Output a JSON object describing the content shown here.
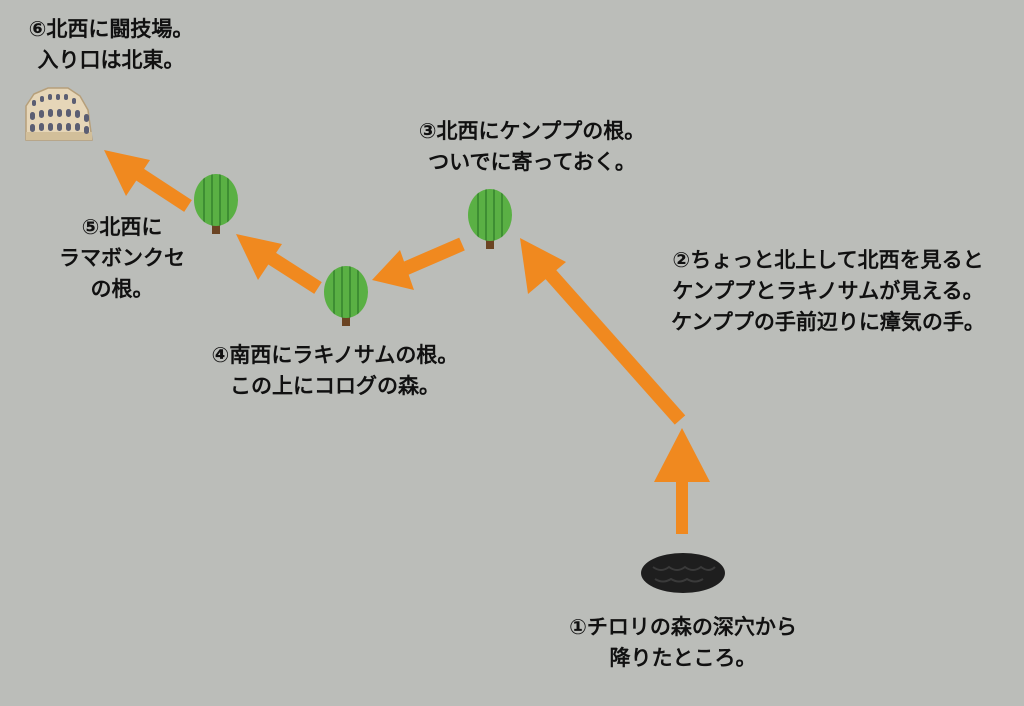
{
  "colors": {
    "background": "#bbbdb9",
    "arrow": "#f0891f",
    "tree_leaf": "#5ab044",
    "tree_leaf_dark": "#3e8e33",
    "tree_trunk": "#6b4423",
    "hole": "#1e1e1e",
    "text": "#111111"
  },
  "steps": {
    "s1": {
      "lines": [
        "①チロリの森の深穴から",
        "降りたところ。"
      ]
    },
    "s2": {
      "lines": [
        "②ちょっと北上して北西を見ると",
        "ケンププとラキノサムが見える。",
        "ケンププの手前辺りに瘴気の手。"
      ]
    },
    "s3": {
      "lines": [
        "③北西にケンププの根。",
        "ついでに寄っておく。"
      ]
    },
    "s4": {
      "lines": [
        "④南西にラキノサムの根。",
        "この上にコログの森。"
      ]
    },
    "s5": {
      "lines": [
        "⑤北西に",
        "ラマボンクセ",
        "の根。"
      ]
    },
    "s6": {
      "lines": [
        "⑥北西に闘技場。",
        "入り口は北東。"
      ]
    }
  },
  "icons": {
    "hole": "hole-icon",
    "tree": "tree-icon",
    "colosseum": "colosseum-icon",
    "arrow": "arrow-icon"
  }
}
